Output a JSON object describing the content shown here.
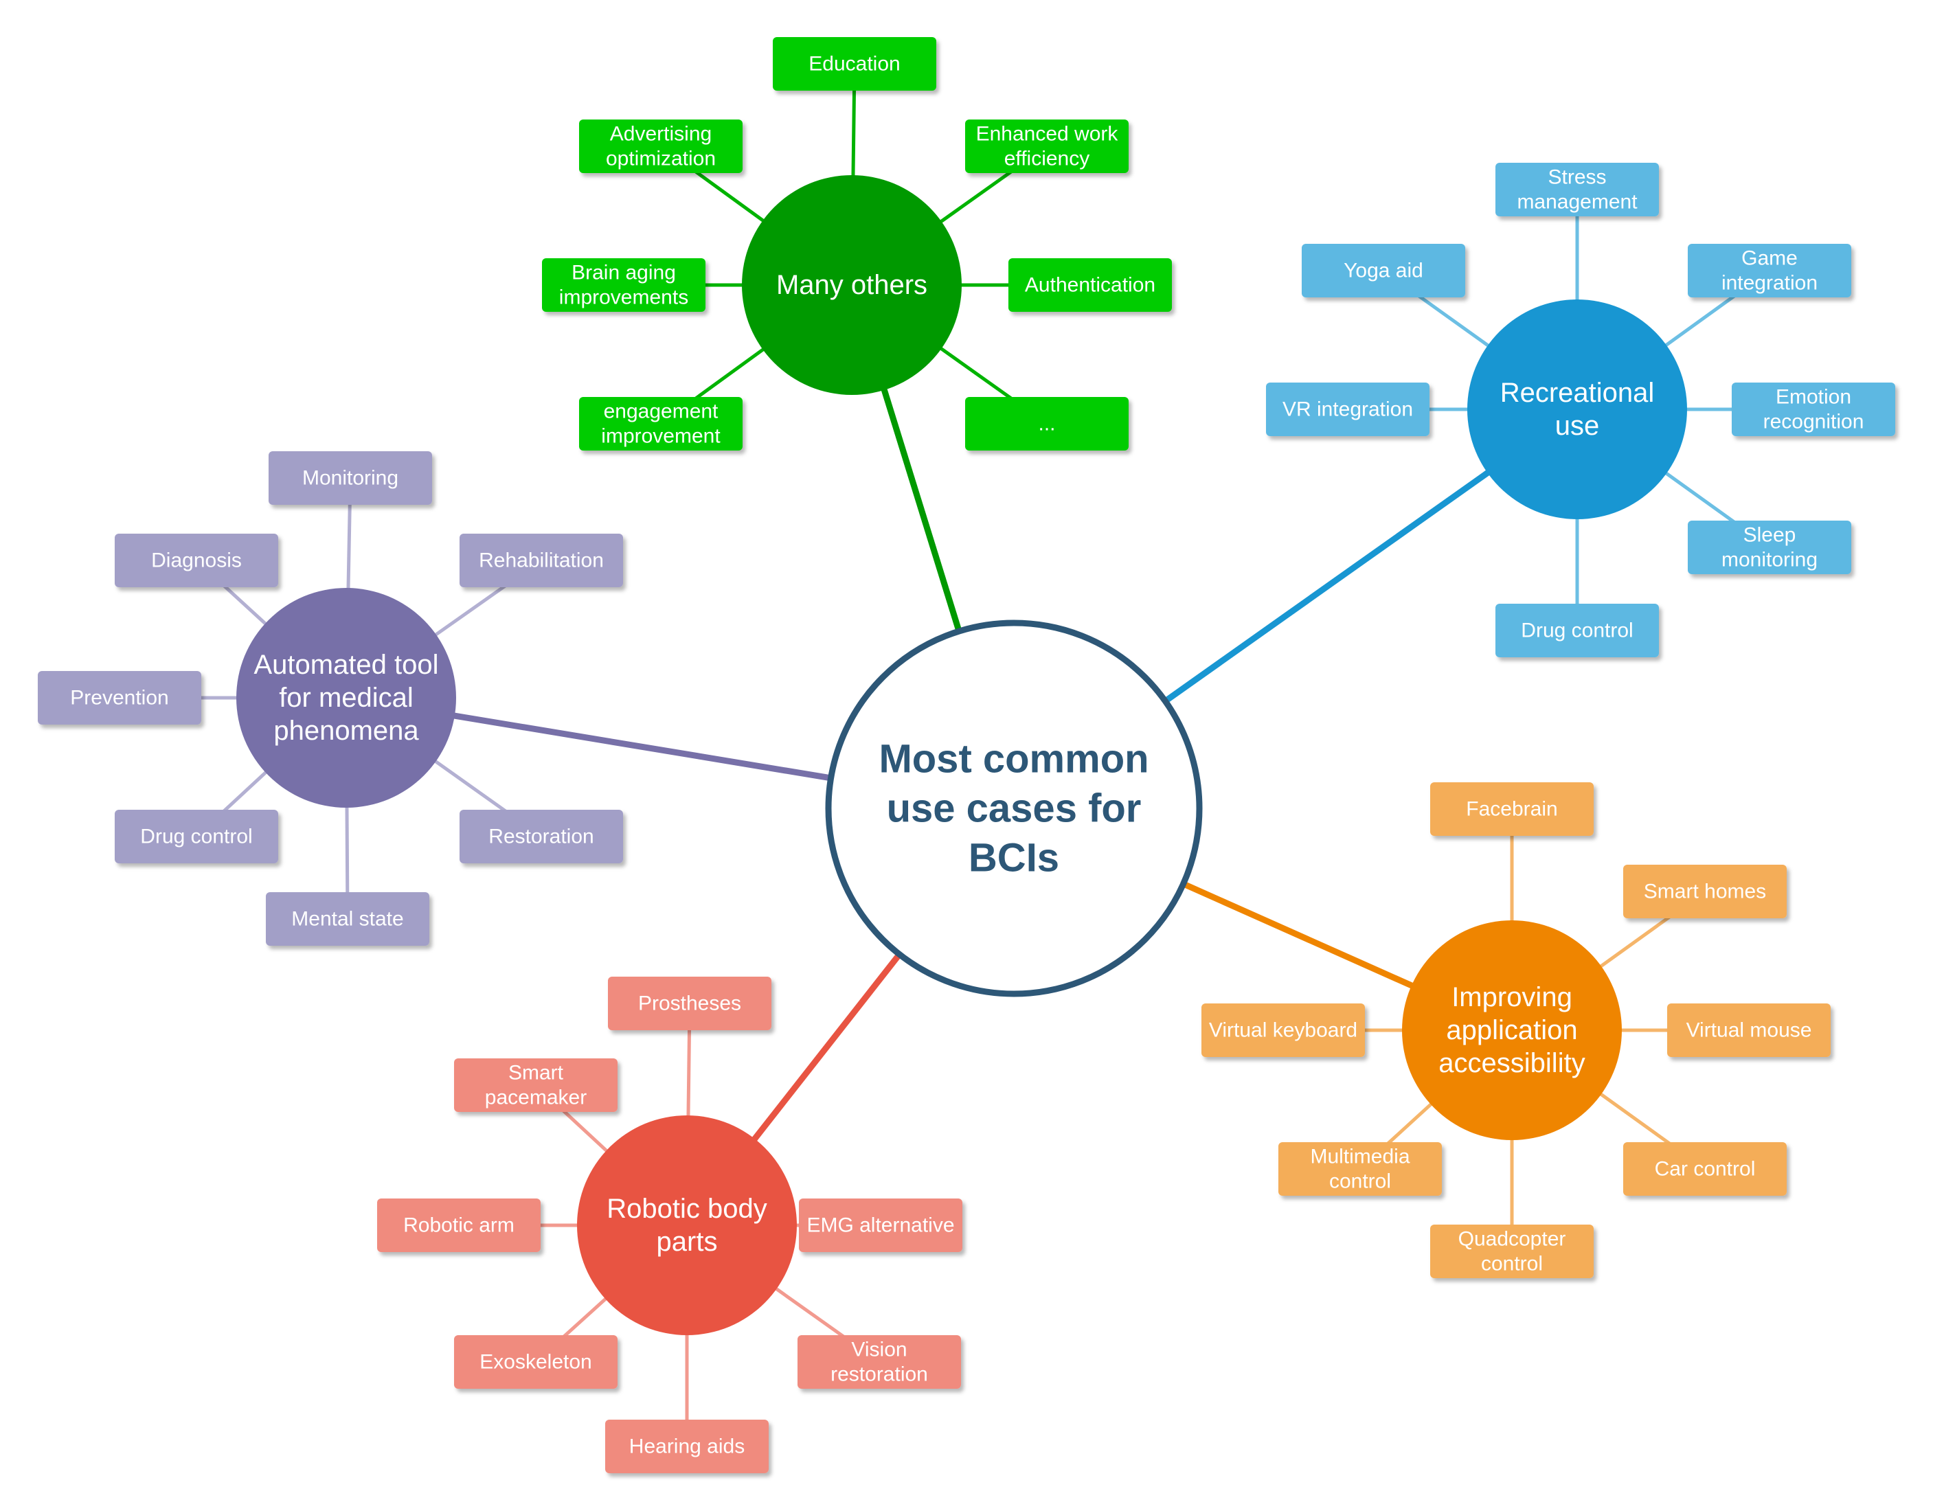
{
  "center": {
    "label": [
      "Most common",
      "use cases for",
      "BCIs"
    ],
    "fill": "#ffffff",
    "stroke": "#2d5777",
    "text_color": "#2d5777"
  },
  "branches": [
    {
      "key": "many-others",
      "label": [
        "Many others"
      ],
      "hub_color": "#009900",
      "leaf_color": "#00cc00",
      "line_color": "#00b300",
      "leaves": [
        {
          "key": "education",
          "label": [
            "Education"
          ]
        },
        {
          "key": "enhanced-work-efficiency",
          "label": [
            "Enhanced work",
            "efficiency"
          ]
        },
        {
          "key": "authentication",
          "label": [
            "Authentication"
          ]
        },
        {
          "key": "ellipsis",
          "label": [
            "..."
          ]
        },
        {
          "key": "engagement-improvement",
          "label": [
            "engagement",
            "improvement"
          ]
        },
        {
          "key": "brain-aging-improvements",
          "label": [
            "Brain aging",
            "improvements"
          ]
        },
        {
          "key": "advertising-optimization",
          "label": [
            "Advertising",
            "optimization"
          ]
        }
      ]
    },
    {
      "key": "recreational-use",
      "label": [
        "Recreational",
        "use"
      ],
      "hub_color": "#1896d2",
      "leaf_color": "#5db8e2",
      "line_color": "#6cbfe4",
      "leaves": [
        {
          "key": "stress-management",
          "label": [
            "Stress",
            "management"
          ]
        },
        {
          "key": "game-integration",
          "label": [
            "Game",
            "integration"
          ]
        },
        {
          "key": "emotion-recognition",
          "label": [
            "Emotion",
            "recognition"
          ]
        },
        {
          "key": "sleep-monitoring",
          "label": [
            "Sleep",
            "monitoring"
          ]
        },
        {
          "key": "drug-control-recreational",
          "label": [
            "Drug control"
          ]
        },
        {
          "key": "vr-integration",
          "label": [
            "VR integration"
          ]
        },
        {
          "key": "yoga-aid",
          "label": [
            "Yoga aid"
          ]
        }
      ]
    },
    {
      "key": "improving-application-accessibility",
      "label": [
        "Improving",
        "application",
        "accessibility"
      ],
      "hub_color": "#ef8500",
      "leaf_color": "#f4ad58",
      "line_color": "#f5b56a",
      "leaves": [
        {
          "key": "facebrain",
          "label": [
            "Facebrain"
          ]
        },
        {
          "key": "smart-homes",
          "label": [
            "Smart homes"
          ]
        },
        {
          "key": "virtual-mouse",
          "label": [
            "Virtual mouse"
          ]
        },
        {
          "key": "car-control",
          "label": [
            "Car control"
          ]
        },
        {
          "key": "quadcopter-control",
          "label": [
            "Quadcopter",
            "control"
          ]
        },
        {
          "key": "multimedia-control",
          "label": [
            "Multimedia",
            "control"
          ]
        },
        {
          "key": "virtual-keyboard",
          "label": [
            "Virtual keyboard"
          ]
        }
      ]
    },
    {
      "key": "robotic-body-parts",
      "label": [
        "Robotic body",
        "parts"
      ],
      "hub_color": "#e85442",
      "leaf_color": "#f08b7e",
      "line_color": "#f29a8f",
      "leaves": [
        {
          "key": "prostheses",
          "label": [
            "Prostheses"
          ]
        },
        {
          "key": "smart-pacemaker",
          "label": [
            "Smart",
            "pacemaker"
          ]
        },
        {
          "key": "emg-alternative",
          "label": [
            "EMG alternative"
          ]
        },
        {
          "key": "vision-restoration",
          "label": [
            "Vision",
            "restoration"
          ]
        },
        {
          "key": "hearing-aids",
          "label": [
            "Hearing aids"
          ]
        },
        {
          "key": "exoskeleton",
          "label": [
            "Exoskeleton"
          ]
        },
        {
          "key": "robotic-arm",
          "label": [
            "Robotic arm"
          ]
        }
      ]
    },
    {
      "key": "automated-tool-for-medical-phenomena",
      "label": [
        "Automated tool",
        "for medical",
        "phenomena"
      ],
      "hub_color": "#7770a8",
      "leaf_color": "#a29fc7",
      "line_color": "#b3b0d2",
      "leaves": [
        {
          "key": "monitoring",
          "label": [
            "Monitoring"
          ]
        },
        {
          "key": "rehabilitation",
          "label": [
            "Rehabilitation"
          ]
        },
        {
          "key": "restoration",
          "label": [
            "Restoration"
          ]
        },
        {
          "key": "mental-state",
          "label": [
            "Mental state"
          ]
        },
        {
          "key": "drug-control-medical",
          "label": [
            "Drug control"
          ]
        },
        {
          "key": "prevention",
          "label": [
            "Prevention"
          ]
        },
        {
          "key": "diagnosis",
          "label": [
            "Diagnosis"
          ]
        }
      ]
    }
  ]
}
